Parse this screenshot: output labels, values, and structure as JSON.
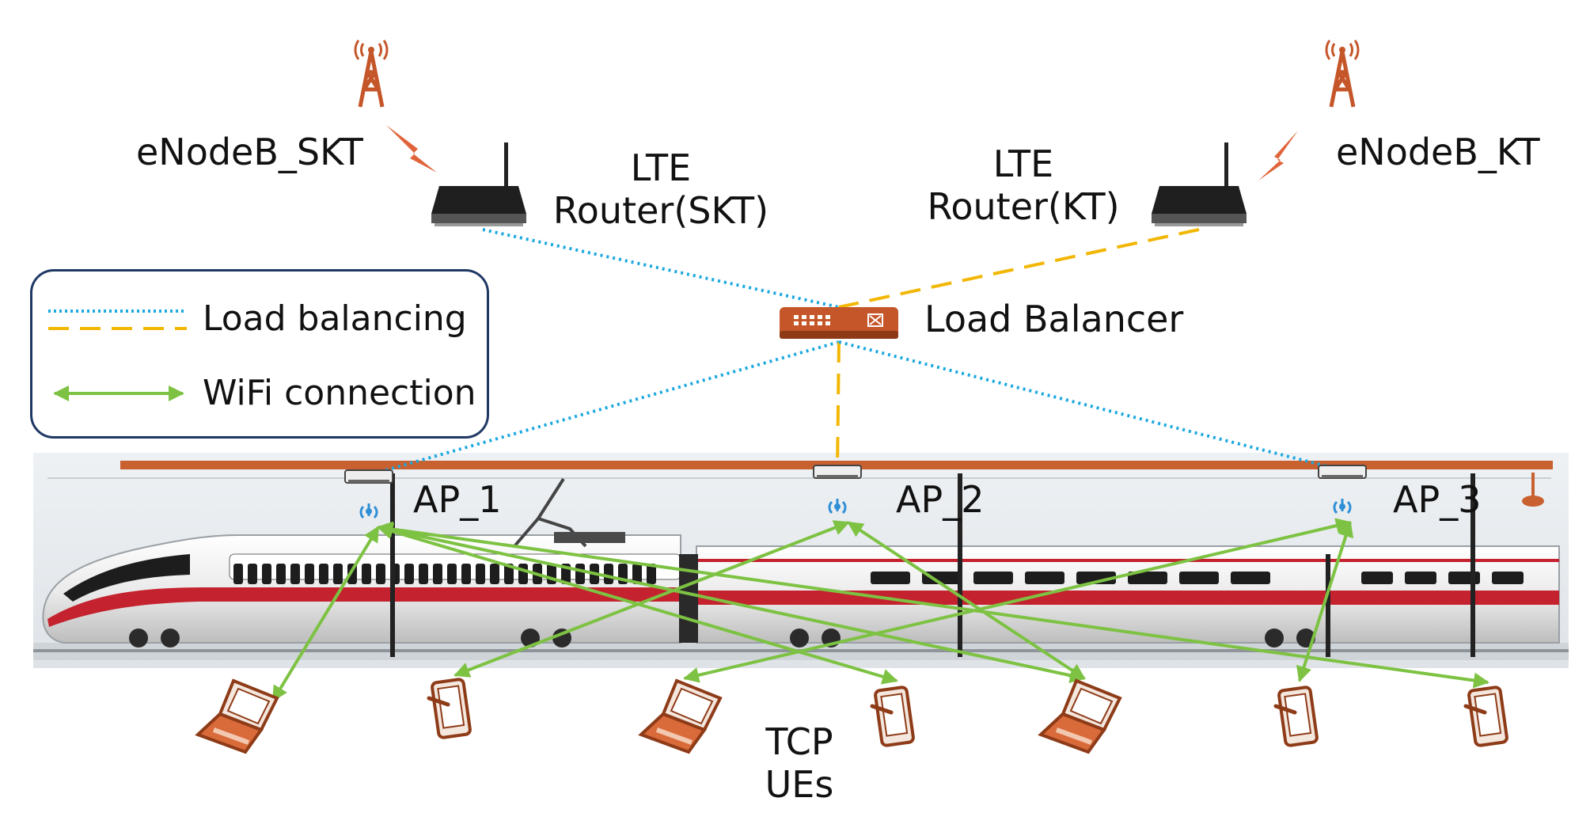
{
  "nodes": {
    "enb_skt": "eNodeB_SKT",
    "enb_kt": "eNodeB_KT",
    "router_skt": [
      "LTE",
      "Router(SKT)"
    ],
    "router_kt": [
      "LTE",
      "Router(KT)"
    ],
    "load_balancer": "Load Balancer",
    "ap1": "AP_1",
    "ap2": "AP_2",
    "ap3": "AP_3",
    "ues": [
      "TCP",
      "UEs"
    ]
  },
  "legend": {
    "items": [
      {
        "label": "Load balancing",
        "style": "dotted-blue-and-dashed-orange"
      },
      {
        "label": "WiFi connection",
        "style": "green-double-arrow"
      }
    ]
  },
  "ue_devices": [
    "laptop",
    "tablet",
    "laptop",
    "tablet",
    "laptop",
    "tablet",
    "tablet"
  ],
  "wifi_links": [
    {
      "ap": "AP_1",
      "ue": 1
    },
    {
      "ap": "AP_1",
      "ue": 4
    },
    {
      "ap": "AP_1",
      "ue": 5
    },
    {
      "ap": "AP_1",
      "ue": 7
    },
    {
      "ap": "AP_2",
      "ue": 2
    },
    {
      "ap": "AP_2",
      "ue": 5
    },
    {
      "ap": "AP_3",
      "ue": 3
    },
    {
      "ap": "AP_3",
      "ue": 6
    }
  ],
  "colors": {
    "lte_dotted": "#1ba8e0",
    "lte_dashed": "#f2b705",
    "wifi": "#7dc242",
    "tower": "#c5562a",
    "legend_border": "#1f3864"
  }
}
